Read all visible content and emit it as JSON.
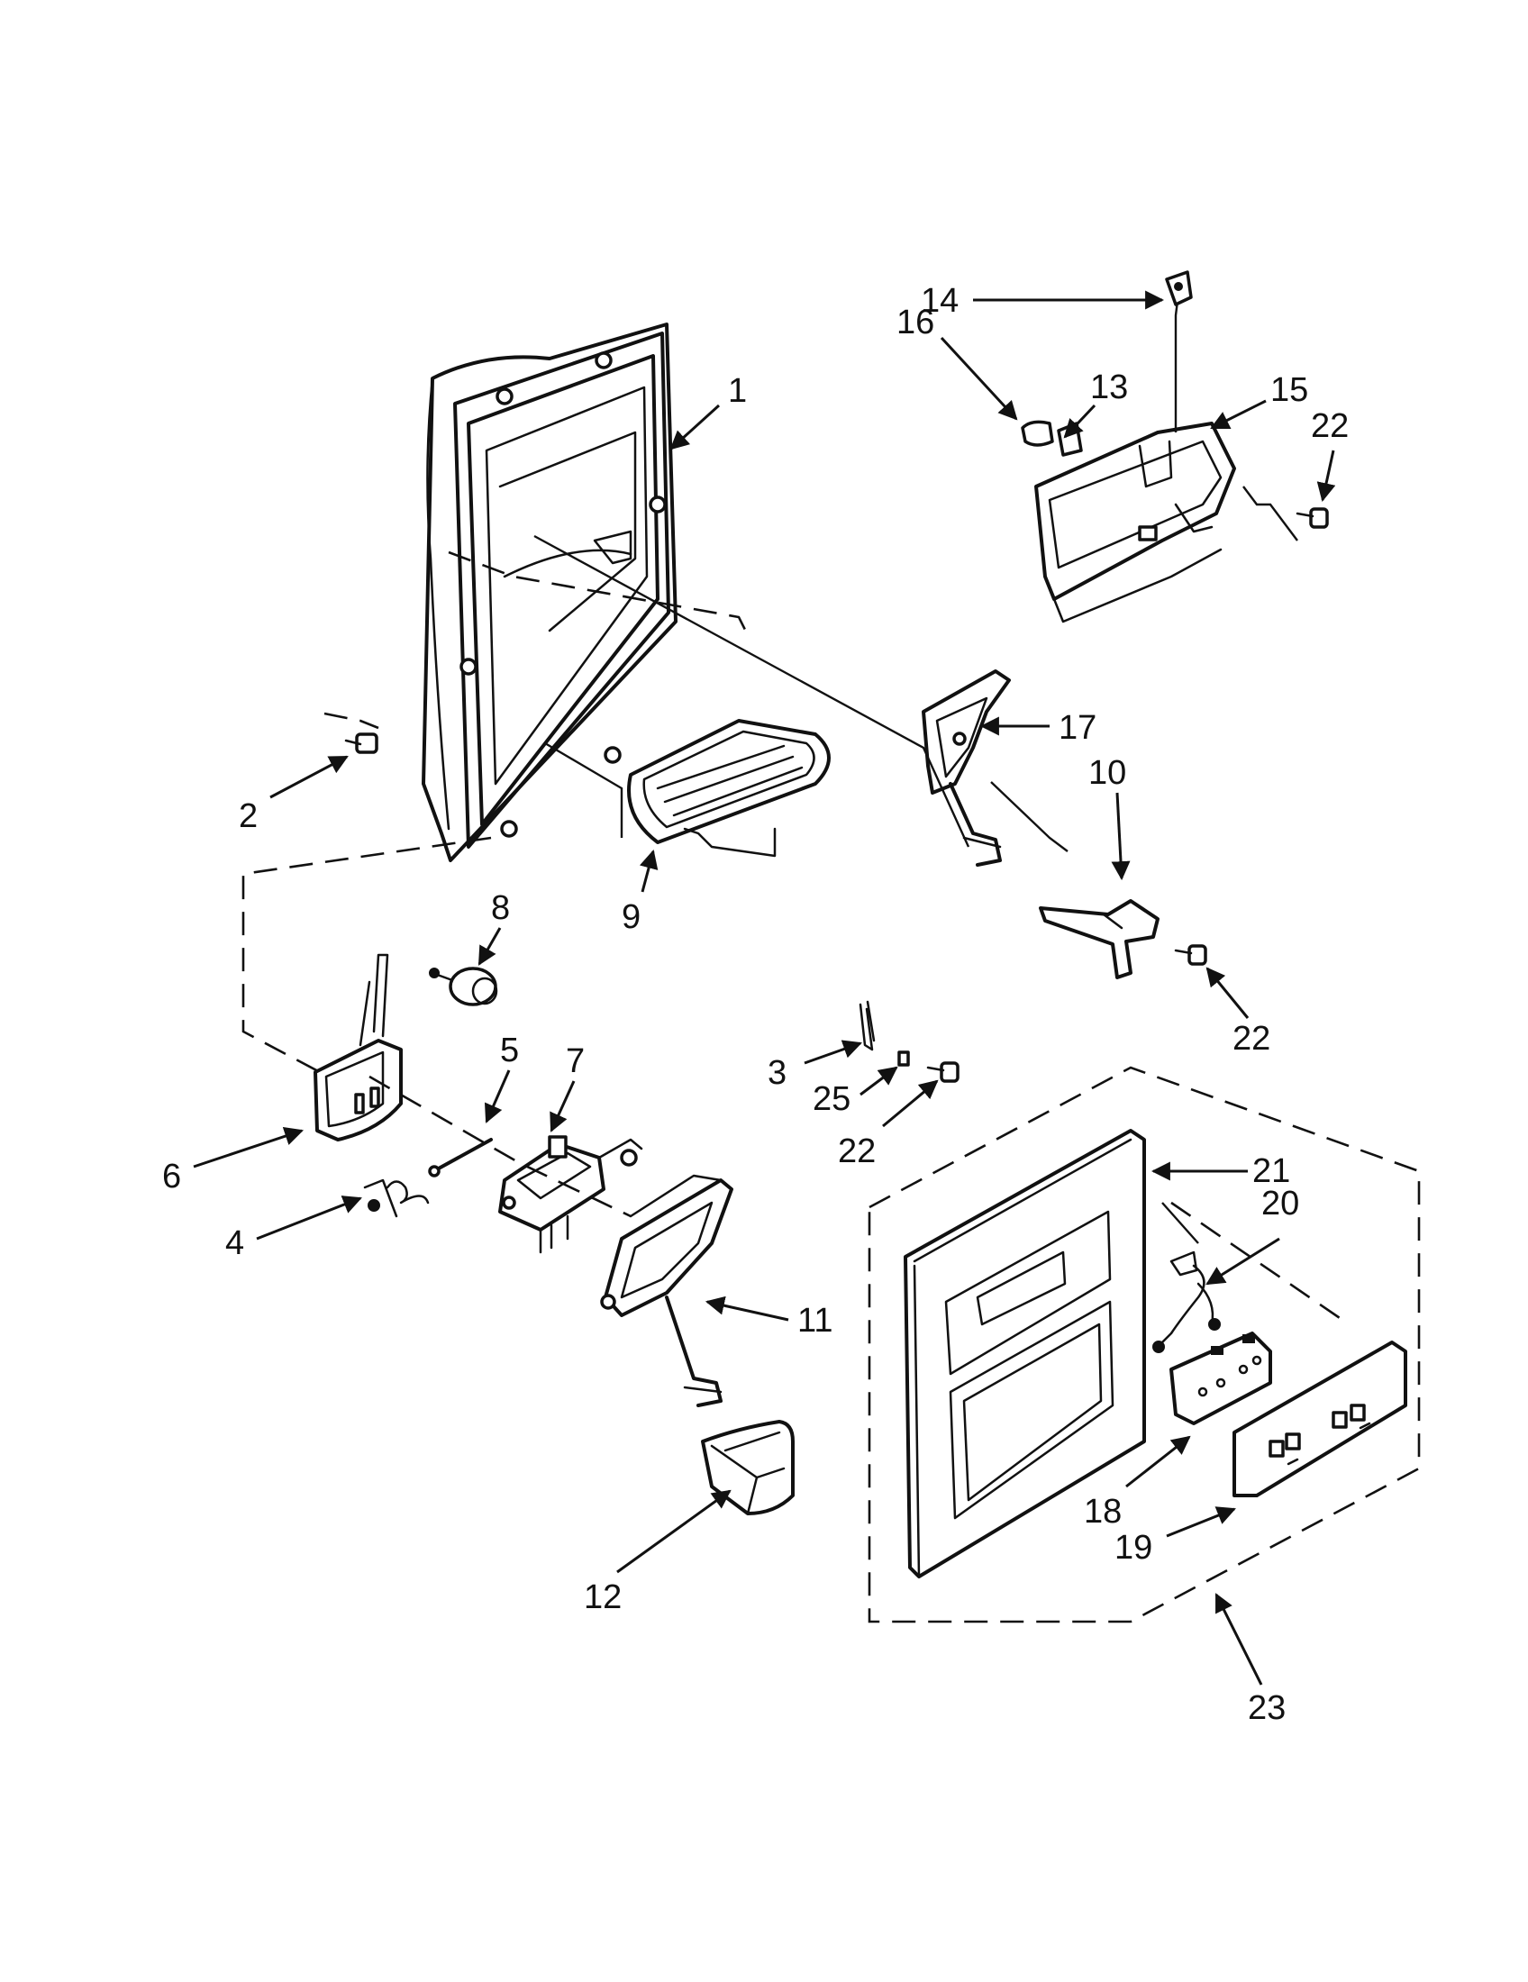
{
  "colors": {
    "line": "#111111",
    "background": "#ffffff"
  },
  "callouts": [
    {
      "id": "1",
      "text": "1"
    },
    {
      "id": "2",
      "text": "2"
    },
    {
      "id": "3",
      "text": "3"
    },
    {
      "id": "4",
      "text": "4"
    },
    {
      "id": "5",
      "text": "5"
    },
    {
      "id": "6",
      "text": "6"
    },
    {
      "id": "7",
      "text": "7"
    },
    {
      "id": "8",
      "text": "8"
    },
    {
      "id": "9",
      "text": "9"
    },
    {
      "id": "10",
      "text": "10"
    },
    {
      "id": "11",
      "text": "11"
    },
    {
      "id": "12",
      "text": "12"
    },
    {
      "id": "13",
      "text": "13"
    },
    {
      "id": "14",
      "text": "14"
    },
    {
      "id": "15",
      "text": "15"
    },
    {
      "id": "16",
      "text": "16"
    },
    {
      "id": "17",
      "text": "17"
    },
    {
      "id": "18",
      "text": "18"
    },
    {
      "id": "19",
      "text": "19"
    },
    {
      "id": "20",
      "text": "20"
    },
    {
      "id": "21",
      "text": "21"
    },
    {
      "id": "22a",
      "text": "22"
    },
    {
      "id": "22b",
      "text": "22"
    },
    {
      "id": "22c",
      "text": "22"
    },
    {
      "id": "23",
      "text": "23"
    },
    {
      "id": "25",
      "text": "25"
    }
  ]
}
